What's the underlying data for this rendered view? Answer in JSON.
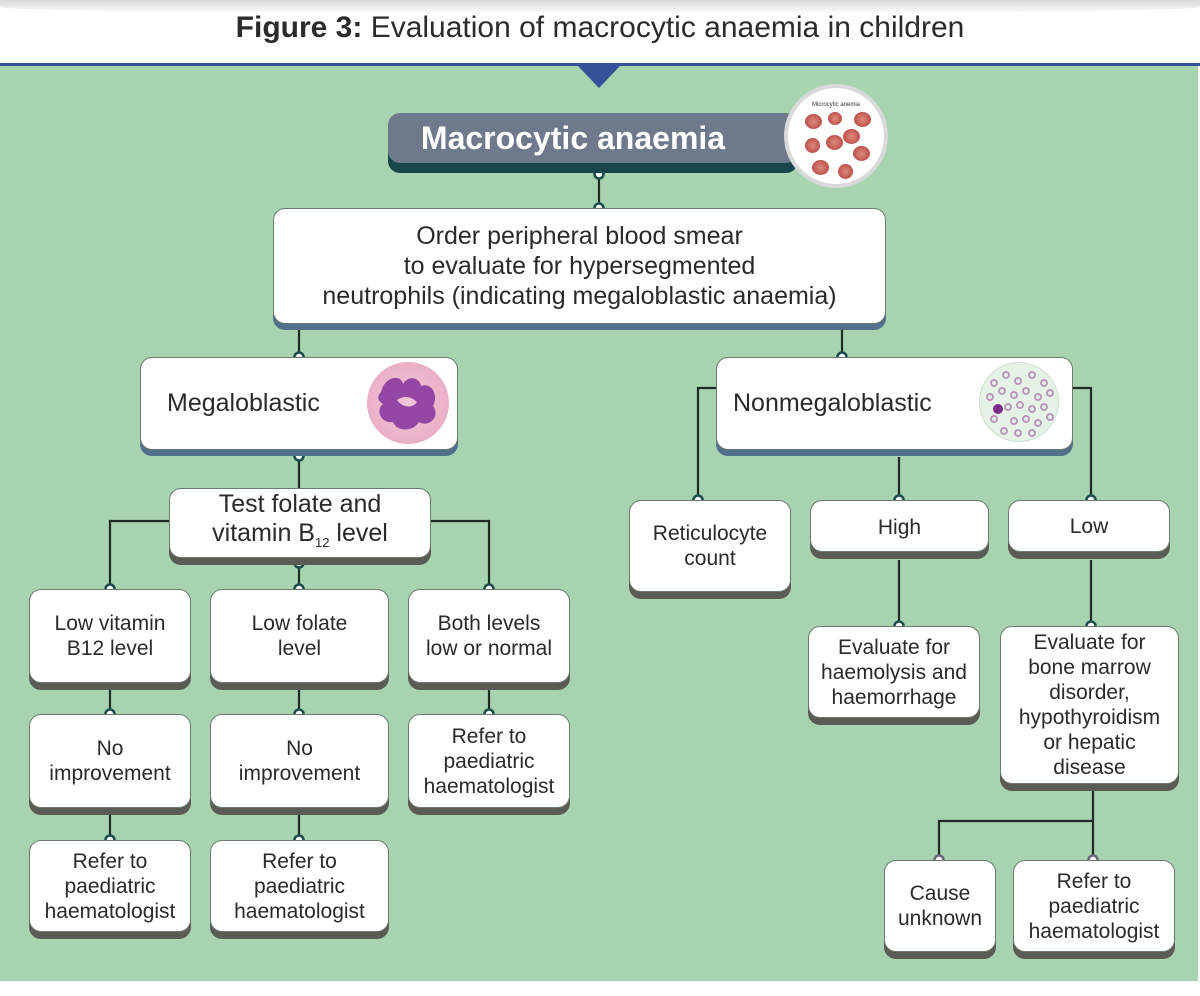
{
  "figure": {
    "title_bold": "Figure 3:",
    "title_rest": " Evaluation of macrocytic anaemia in children",
    "accent_color": "#34529a",
    "panel_color": "#a8d3b1"
  },
  "nodes": {
    "root": {
      "label": "Macrocytic anaemia",
      "image_caption": "Microcytic anemia",
      "image_scale": "~ 80 fL"
    },
    "smear": {
      "label": "Order peripheral blood smear to evaluate for hypersegmented neutrophils (indicating megaloblastic anaemia)",
      "lines": [
        "Order peripheral blood smear",
        "to evaluate for hypersegmented",
        "neutrophils (indicating megaloblastic anaemia)"
      ]
    },
    "megaloblastic": {
      "label": "Megaloblastic",
      "image": "hypersegmented-neutrophil-illustration"
    },
    "nonmegaloblastic": {
      "label": "Nonmegaloblastic",
      "image": "blood-smear-illustration"
    },
    "test_levels": {
      "line1": "Test folate and",
      "line2_pre": "vitamin B",
      "line2_sub": "12",
      "line2_post": " level"
    },
    "low_b12": {
      "lines": [
        "Low vitamin",
        "B12 level"
      ]
    },
    "low_folate": {
      "lines": [
        "Low folate",
        "level"
      ]
    },
    "both_levels": {
      "lines": [
        "Both levels",
        "low or normal"
      ]
    },
    "no_improve_b12": {
      "lines": [
        "No",
        "improvement"
      ]
    },
    "no_improve_folate": {
      "lines": [
        "No",
        "improvement"
      ]
    },
    "refer_both": {
      "lines": [
        "Refer to",
        "paediatric",
        "haematologist"
      ]
    },
    "refer_b12": {
      "lines": [
        "Refer to",
        "paediatric",
        "haematologist"
      ]
    },
    "refer_folate": {
      "lines": [
        "Refer to",
        "paediatric",
        "haematologist"
      ]
    },
    "reticulocyte": {
      "lines": [
        "Reticulocyte",
        "count"
      ]
    },
    "high": {
      "lines": [
        "High"
      ]
    },
    "low": {
      "lines": [
        "Low"
      ]
    },
    "eval_haemolysis": {
      "lines": [
        "Evaluate for",
        "haemolysis and",
        "haemorrhage"
      ]
    },
    "eval_marrow": {
      "lines": [
        "Evaluate for",
        "bone marrow",
        "disorder,",
        "hypothyroidism",
        "or hepatic",
        "disease"
      ]
    },
    "cause_unknown": {
      "lines": [
        "Cause",
        "unknown"
      ]
    },
    "refer_low": {
      "lines": [
        "Refer to",
        "paediatric",
        "haematologist"
      ]
    }
  }
}
